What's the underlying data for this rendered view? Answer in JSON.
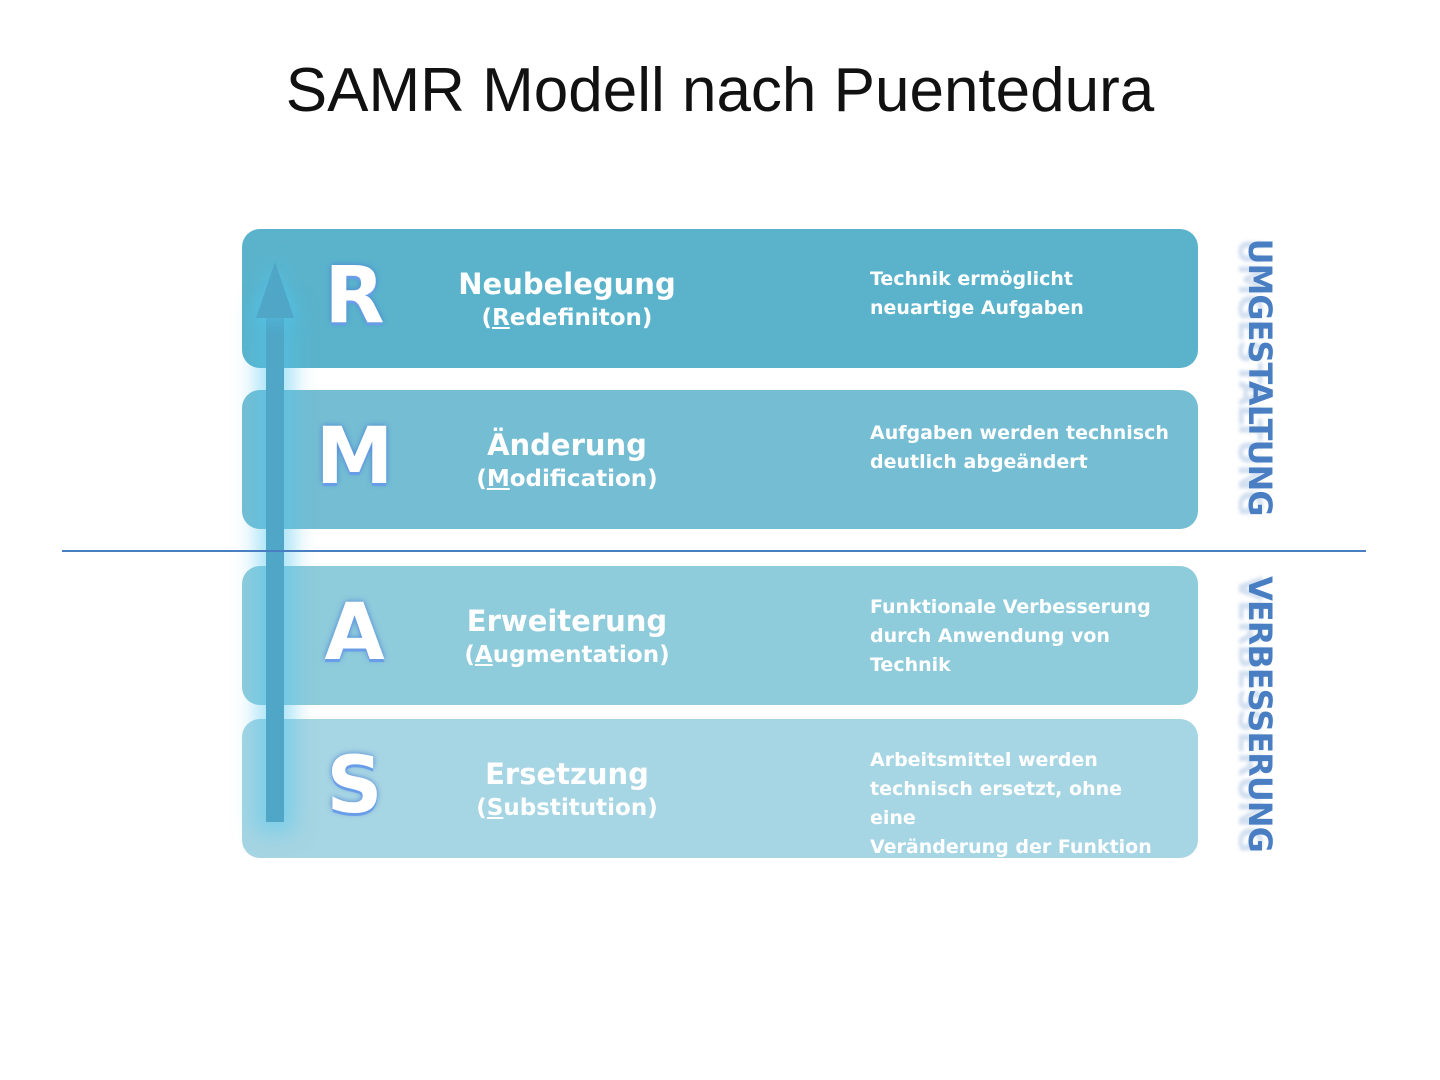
{
  "title": "SAMR Modell nach Puentedura",
  "rows": [
    {
      "letter": "R",
      "name": "Neubelegung",
      "sub_open": "(",
      "sub_first": "R",
      "sub_rest": "edefiniton)",
      "desc": [
        "Technik ermöglicht",
        "neuartige Aufgaben"
      ],
      "color": "#5ab3cb"
    },
    {
      "letter": "M",
      "name": "Änderung",
      "sub_open": "(",
      "sub_first": "M",
      "sub_rest": "odification)",
      "desc": [
        "Aufgaben werden technisch",
        "deutlich abgeändert"
      ],
      "color": "#74bdd3"
    },
    {
      "letter": "A",
      "name": "Erweiterung",
      "sub_open": "(",
      "sub_first": "A",
      "sub_rest": "ugmentation)",
      "desc": [
        "Funktionale Verbesserung",
        "durch Anwendung von",
        "Technik"
      ],
      "color": "#8ecbdb"
    },
    {
      "letter": "S",
      "name": "Ersetzung",
      "sub_open": "(",
      "sub_first": "S",
      "sub_rest": "ubstitution)",
      "desc": [
        "Arbeitsmittel werden",
        "technisch ersetzt, ohne eine",
        "Veränderung der Funktion"
      ],
      "color": "#a6d5e3"
    }
  ],
  "labels": {
    "upper": "UMGESTALTUNG",
    "lower": "VERBESSERUNG"
  }
}
